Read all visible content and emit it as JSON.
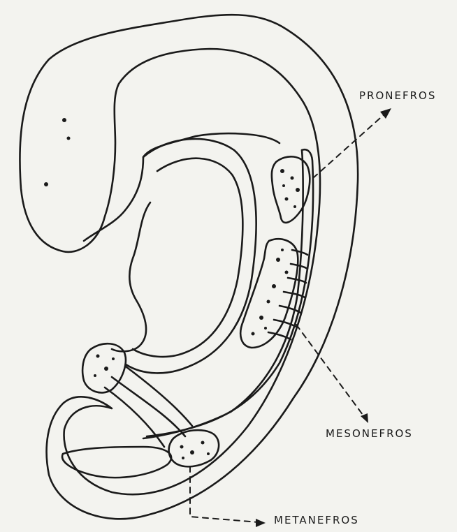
{
  "labels": {
    "pronefros": "PRONEFROS",
    "mesonefros": "MESONEFROS",
    "metanefros": "METANEFROS"
  },
  "colors": {
    "ink": "#1a1a1a",
    "paper": "#f3f3ef"
  }
}
